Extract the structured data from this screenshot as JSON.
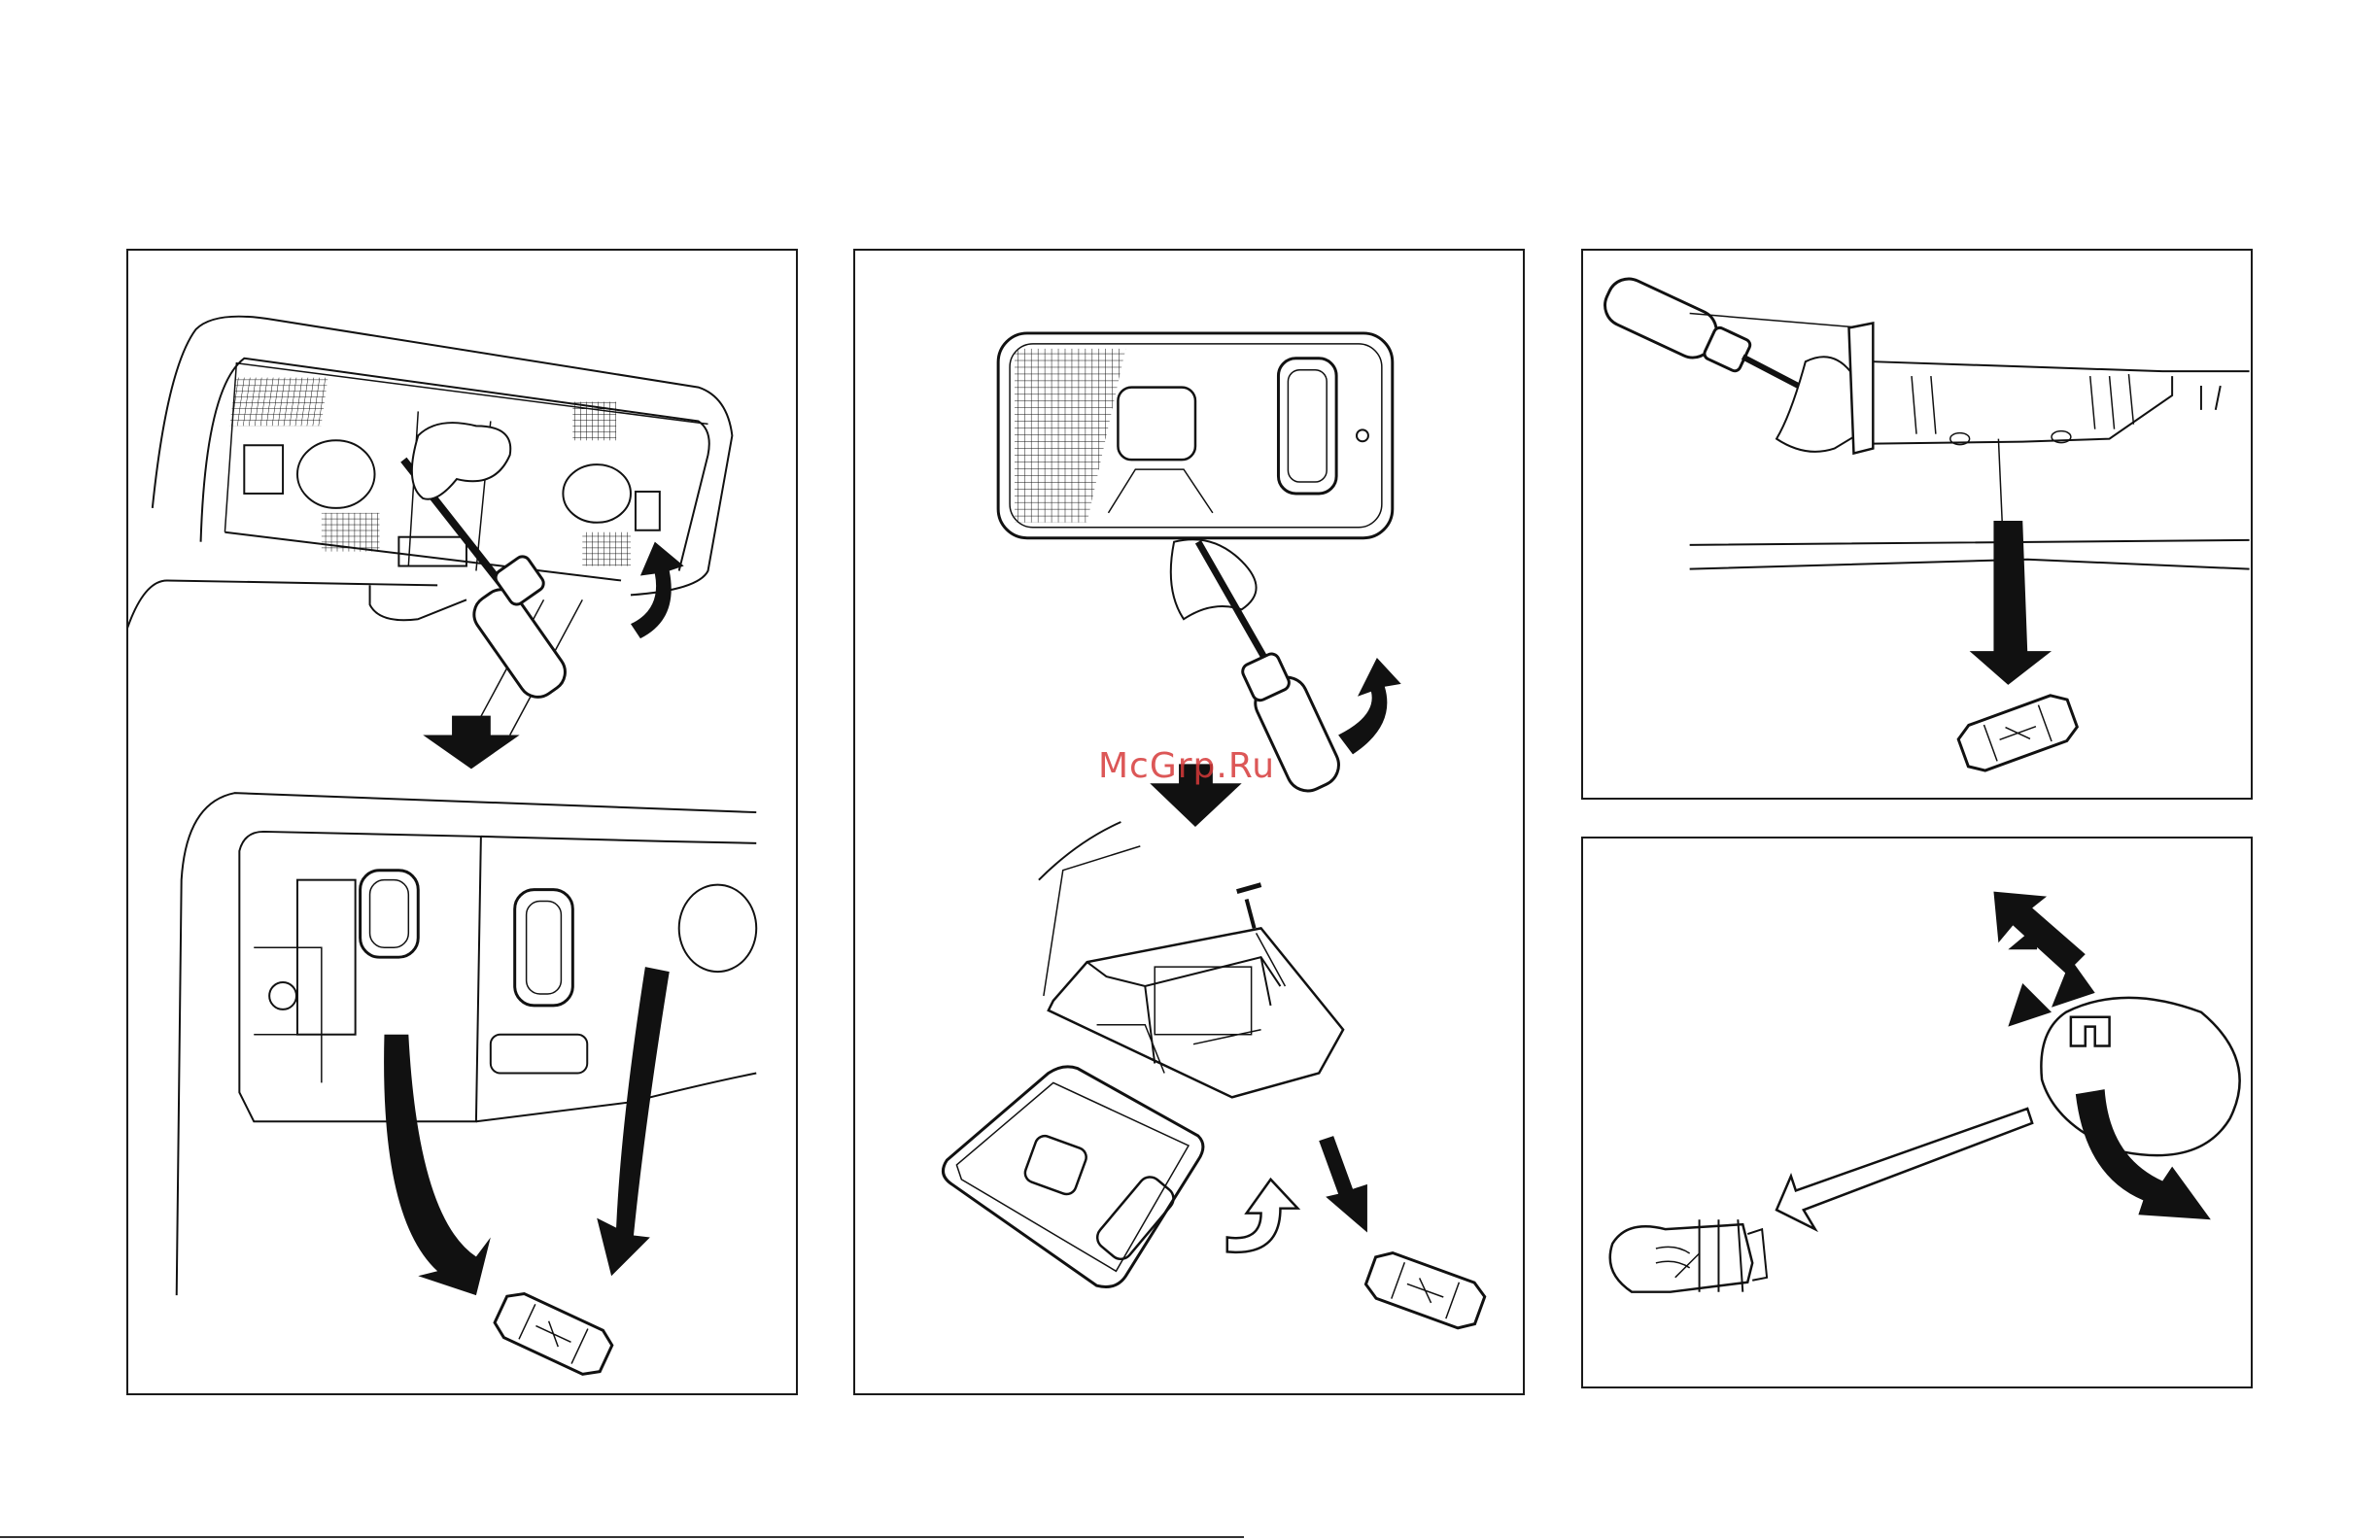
{
  "page": {
    "watermark": "McGrp.Ru"
  },
  "figures": [
    {
      "id": "fig-1",
      "icons": [
        "overhead-console-lens-icon",
        "screwdriver-icon",
        "cloth-icon",
        "down-arrow-icon",
        "curved-arrow-icon",
        "festoon-bulb-icon"
      ]
    },
    {
      "id": "fig-2",
      "icons": [
        "map-light-lens-icon",
        "screwdriver-icon",
        "cloth-icon",
        "down-arrow-icon",
        "screw-icon",
        "lens-cover-icon",
        "festoon-bulb-icon"
      ]
    },
    {
      "id": "fig-3",
      "icons": [
        "screwdriver-icon",
        "cloth-icon",
        "door-light-housing-icon",
        "down-arrow-icon",
        "festoon-bulb-icon"
      ]
    },
    {
      "id": "fig-4",
      "icons": [
        "bulb-socket-icon",
        "rotate-arrow-icon",
        "wedge-bulb-icon"
      ]
    }
  ]
}
